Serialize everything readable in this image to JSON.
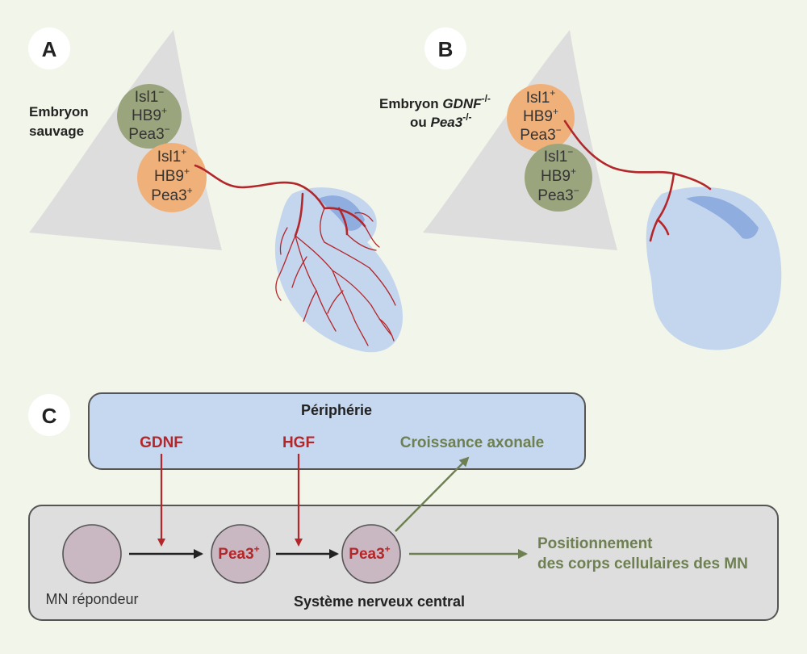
{
  "panels": {
    "a": {
      "letter": "A",
      "embryo_label_1": "Embryon",
      "embryo_label_2": "sauvage",
      "cell_top": {
        "l1": "Isl1",
        "l1_sup": "−",
        "l2": "HB9",
        "l2_sup": "+",
        "l3": "Pea3",
        "l3_sup": "−"
      },
      "cell_bottom": {
        "l1": "Isl1",
        "l1_sup": "+",
        "l2": "HB9",
        "l2_sup": "+",
        "l3": "Pea3",
        "l3_sup": "+"
      }
    },
    "b": {
      "letter": "B",
      "embryo_label_1": "Embryon ",
      "embryo_label_1_italic": "GDNF",
      "embryo_label_1_sup": "-/-",
      "embryo_label_2": "ou ",
      "embryo_label_2_italic": "Pea3",
      "embryo_label_2_sup": "-/-",
      "cell_top": {
        "l1": "Isl1",
        "l1_sup": "+",
        "l2": "HB9",
        "l2_sup": "+",
        "l3": "Pea3",
        "l3_sup": "−"
      },
      "cell_bottom": {
        "l1": "Isl1",
        "l1_sup": "−",
        "l2": "HB9",
        "l2_sup": "+",
        "l3": "Pea3",
        "l3_sup": "−"
      }
    },
    "c": {
      "letter": "C",
      "periphery_title": "Périphérie",
      "gdnf": "GDNF",
      "hgf": "HGF",
      "axon_growth": "Croissance  axonale",
      "cns_title": "Système nerveux central",
      "mn_label": "MN répondeur",
      "pea3_1": "Pea3",
      "pea3_1_sup": "+",
      "pea3_2": "Pea3",
      "pea3_2_sup": "+",
      "positioning_1": "Positionnement",
      "positioning_2": "des corps cellulaires des MN"
    }
  },
  "colors": {
    "background": "#f2f5ea",
    "spinal_cord": "#dddddd",
    "green_cell": "#9aa57e",
    "orange_cell": "#f0b07a",
    "muscle": "#c4d5ee",
    "muscle_dark": "#90ade0",
    "axon": "#b3262a",
    "periphery_box": "#c6d8f0",
    "cns_box": "#dedede",
    "mn_cell": "#c9b8c2",
    "green_arrow": "#6e8052"
  }
}
